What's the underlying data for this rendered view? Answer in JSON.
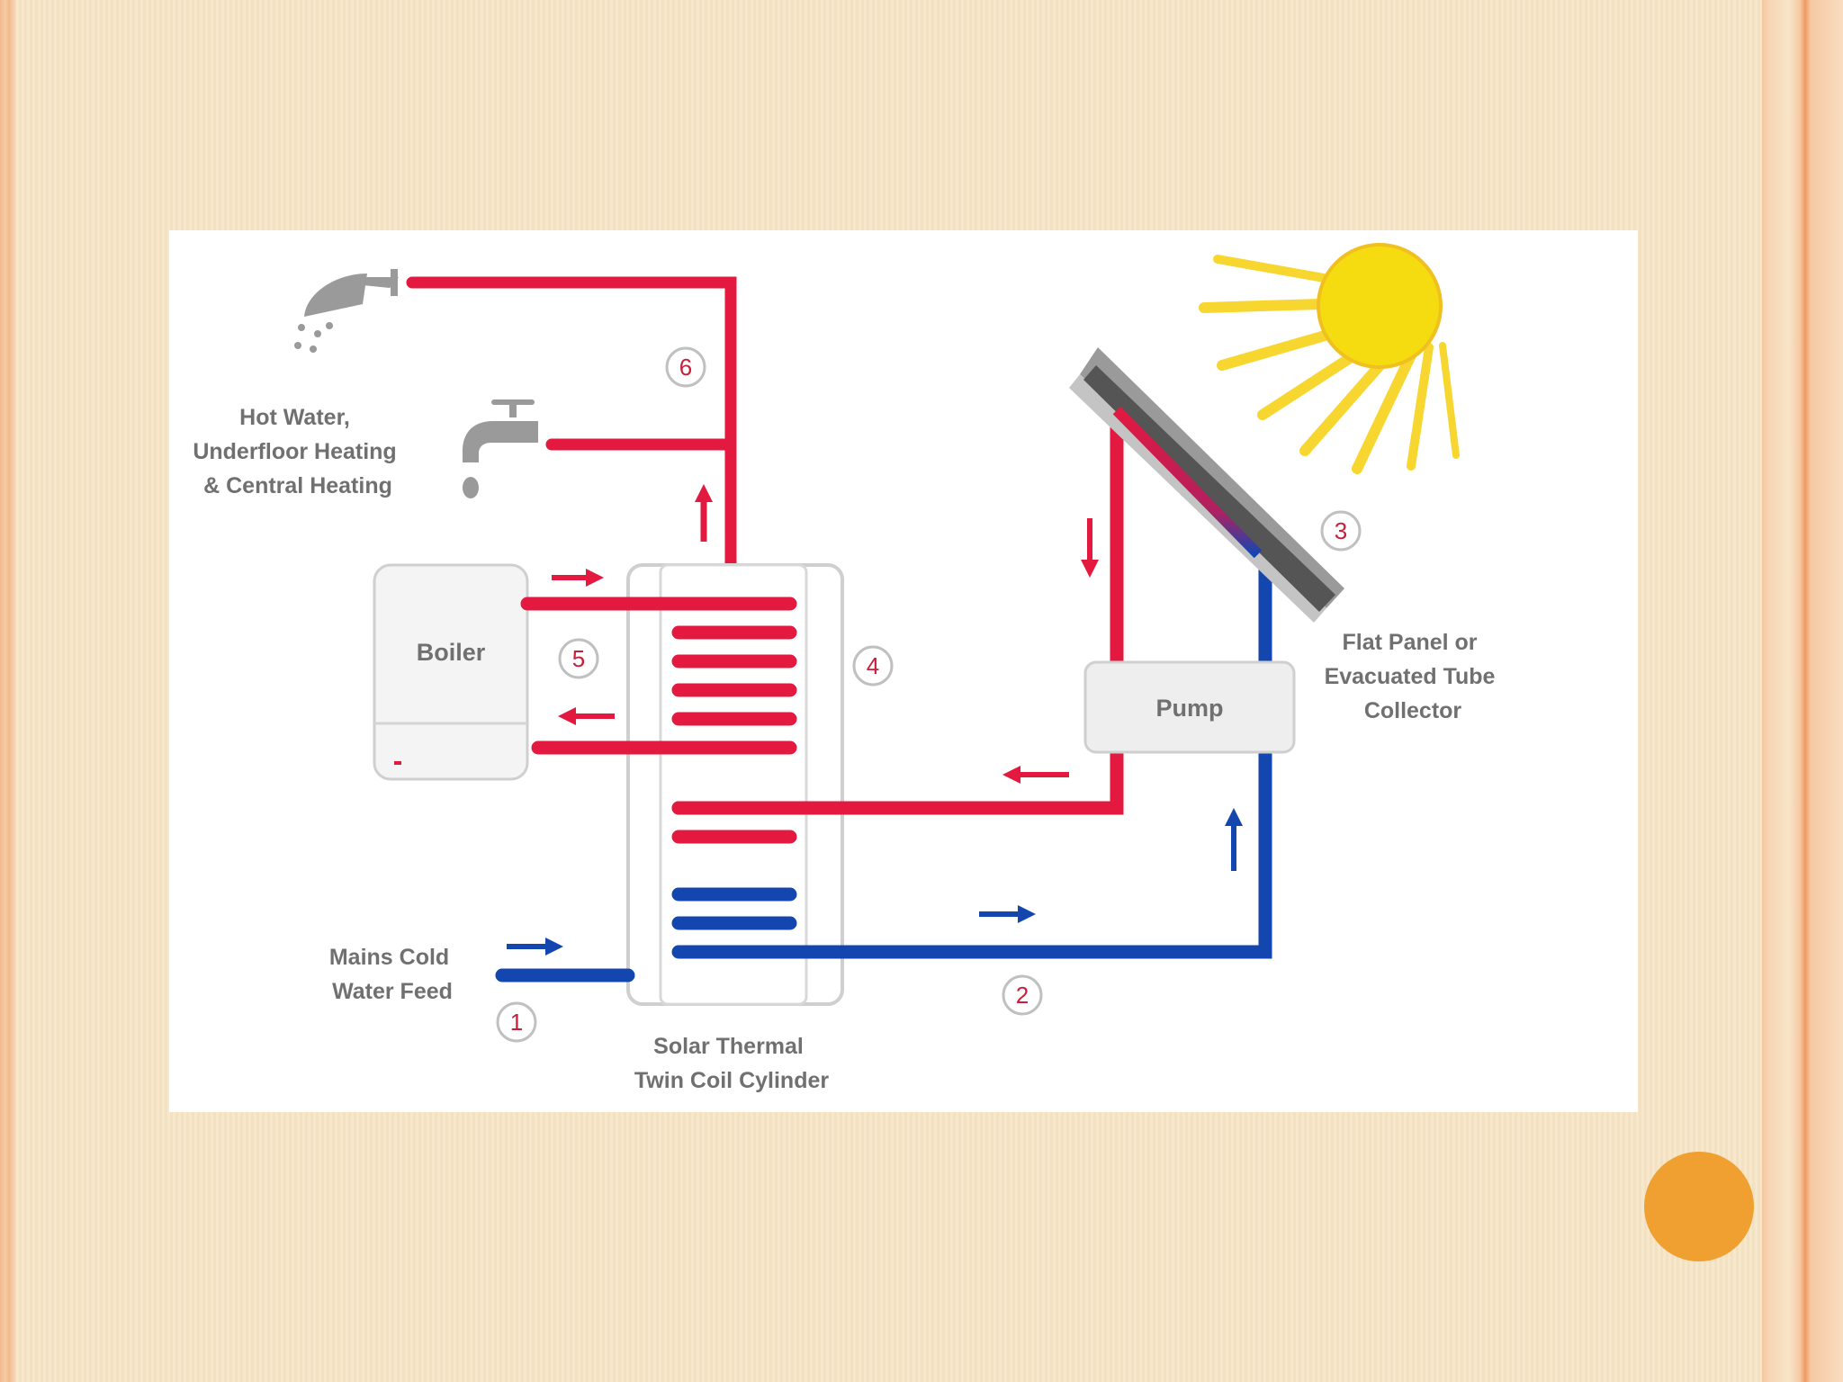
{
  "diagram": {
    "labels": {
      "hot_water": [
        "Hot Water,",
        "Underfloor Heating",
        "& Central Heating"
      ],
      "boiler": "Boiler",
      "pump": "Pump",
      "collector": [
        "Flat Panel or",
        "Evacuated Tube",
        "Collector"
      ],
      "mains": [
        "Mains Cold",
        "Water Feed"
      ],
      "cylinder": [
        "Solar Thermal",
        "Twin Coil Cylinder"
      ]
    },
    "step_numbers": [
      "1",
      "2",
      "3",
      "4",
      "5",
      "6"
    ]
  },
  "colors": {
    "hot": "#e3193f",
    "cold": "#1446b0",
    "accent_dot": "#f0a030",
    "sun": "#f5dc10"
  },
  "icons": [
    "shower-icon",
    "tap-icon",
    "sun-icon"
  ]
}
